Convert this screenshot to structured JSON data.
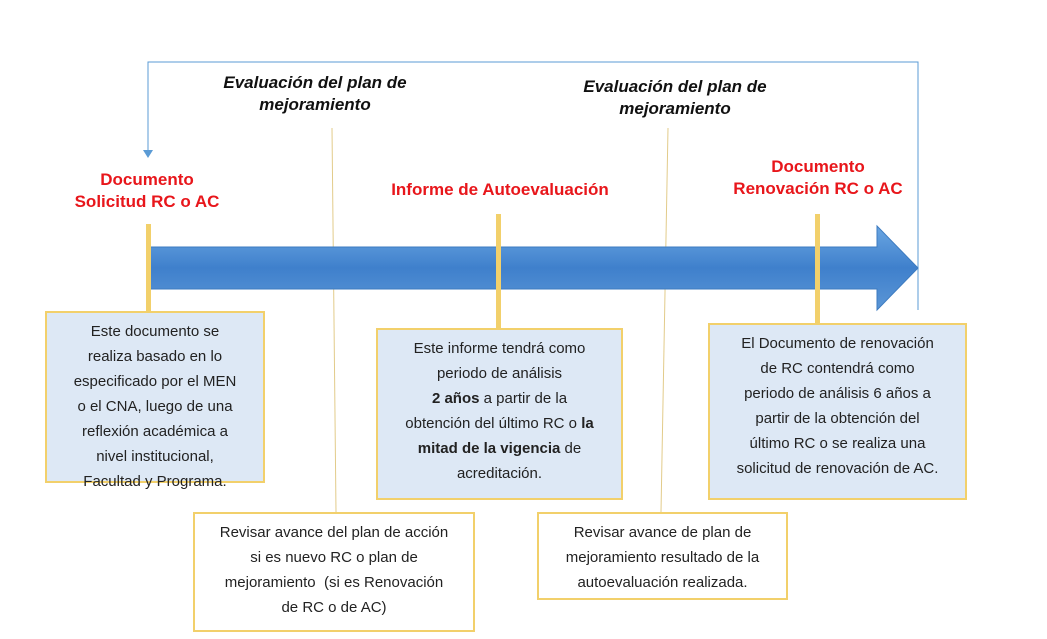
{
  "labels": {
    "eval1_line1": "Evaluación del plan de",
    "eval1_line2": "mejoramiento",
    "eval2_line1": "Evaluación del plan de",
    "eval2_line2": "mejoramiento",
    "doc1_line1": "Documento",
    "doc1_line2": "Solicitud RC o AC",
    "informe": "Informe de Autoevaluación",
    "doc2_line1": "Documento",
    "doc2_line2": "Renovación RC o AC"
  },
  "boxes": {
    "box1_lines": [
      "Este documento se",
      "realiza basado en lo",
      "especificado por el MEN",
      "o el CNA, luego de una",
      "reflexión académica a",
      "nivel institucional,",
      "Facultad y Programa."
    ],
    "box2": {
      "line1": "Este informe tendrá como",
      "line2": "periodo de análisis",
      "bold1": "2 años",
      "line3_rest": " a partir de la",
      "line4_start": "obtención del último RC o ",
      "bold2": "la",
      "bold3": "mitad de la vigencia",
      "line5_rest": " de",
      "line6": "acreditación."
    },
    "box3_lines": [
      "El Documento de renovación",
      "de RC contendrá como",
      "periodo de análisis 6 años a",
      "partir de la obtención del",
      "último RC o se realiza una",
      "solicitud de renovación de AC."
    ],
    "box4_lines": [
      "Revisar avance del plan de acción",
      "si es nuevo RC o plan de",
      "mejoramiento  (si es Renovación",
      "de RC o de AC)"
    ],
    "box5_lines": [
      "Revisar avance de plan de",
      "mejoramiento resultado de la",
      "autoevaluación realizada."
    ]
  },
  "colors": {
    "arrow_fill": "#4a8ad0",
    "label_red": "#e8161b",
    "box_border": "#f2d06b",
    "box_blue_bg": "#dde8f5",
    "connector_blue": "#5b9bd5"
  }
}
